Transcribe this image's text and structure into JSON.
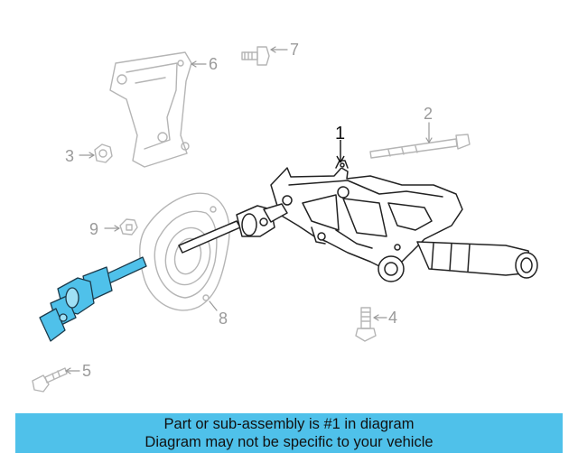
{
  "diagram": {
    "callouts": {
      "c1": "1",
      "c2": "2",
      "c3": "3",
      "c4": "4",
      "c5": "5",
      "c6": "6",
      "c7": "7",
      "c8": "8",
      "c9": "9"
    },
    "highlight_part": "intermediate-shaft",
    "colors": {
      "highlight": "#4fc1ea",
      "line_main": "#222222",
      "line_ghost": "#b5b5b5"
    }
  },
  "banner": {
    "line1": "Part or sub-assembly is #1 in diagram",
    "line2": "Diagram may not be specific to your vehicle",
    "background": "#4fc1ea"
  }
}
